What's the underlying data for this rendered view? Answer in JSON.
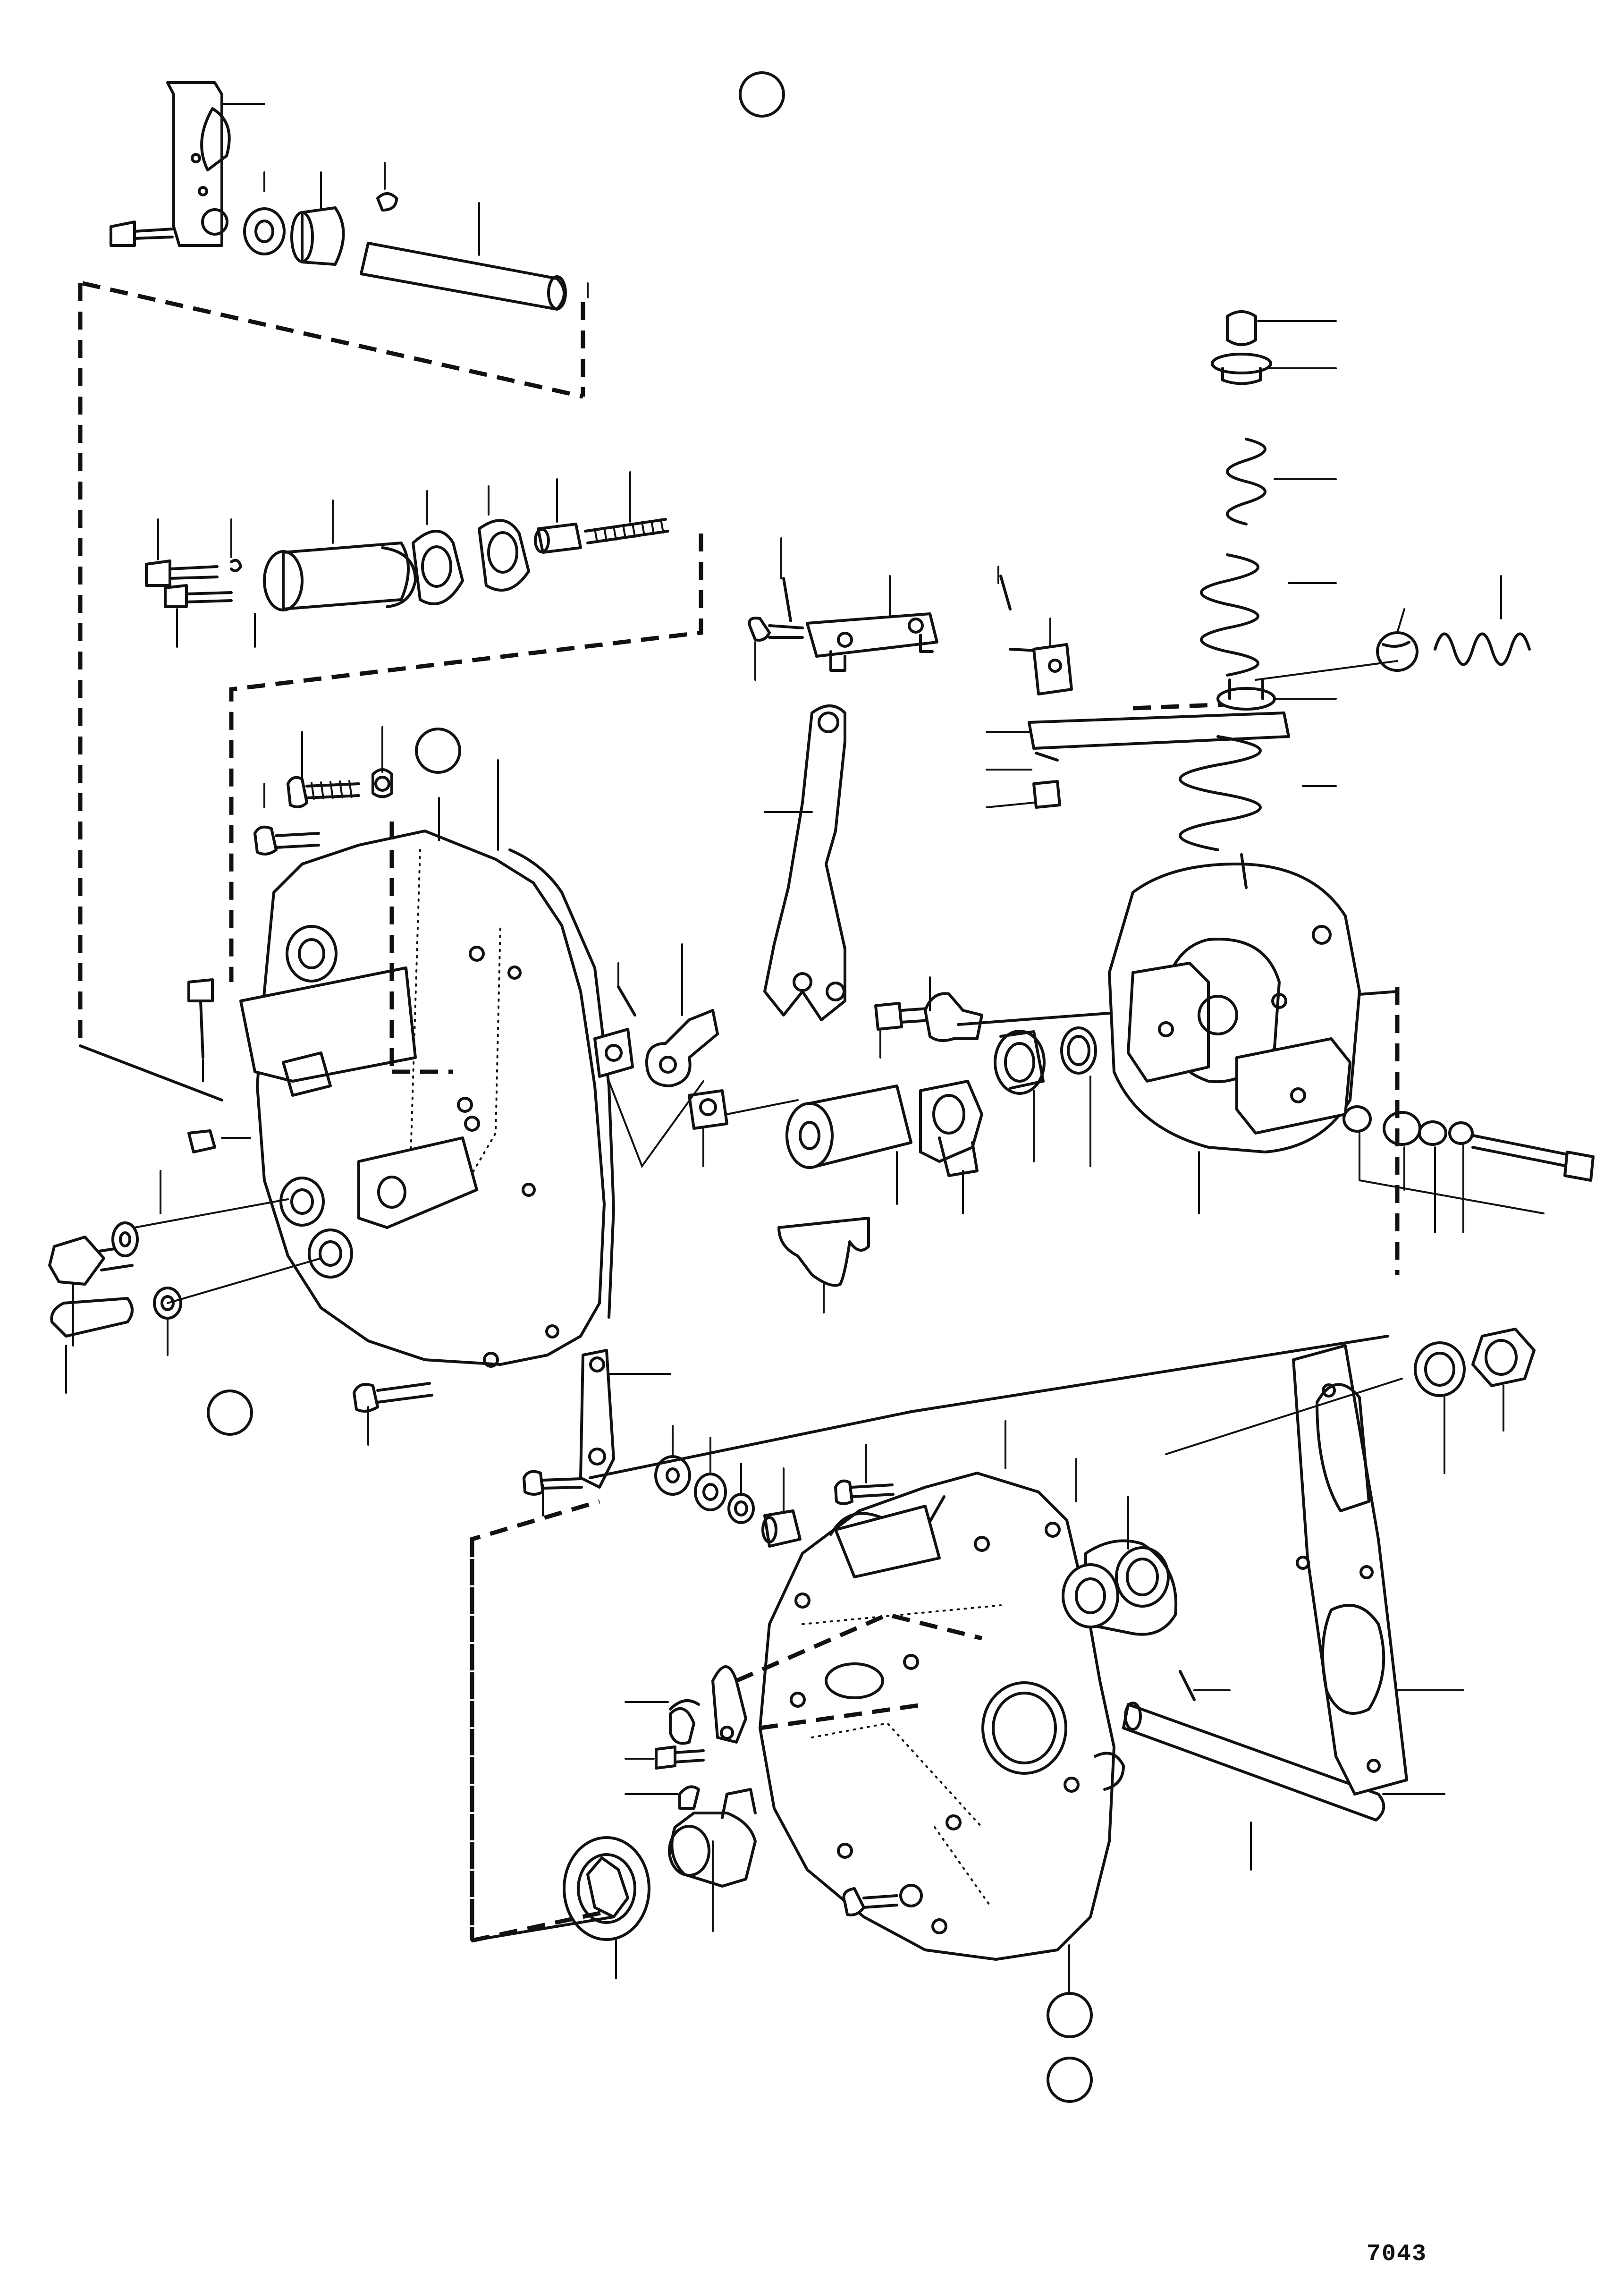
{
  "drawing_number": "7043",
  "reference_circles": [
    {
      "id": "top-center"
    },
    {
      "id": "upper-housing"
    },
    {
      "id": "left-bottom"
    },
    {
      "id": "bottom-right-1"
    },
    {
      "id": "bottom-right-2"
    }
  ]
}
